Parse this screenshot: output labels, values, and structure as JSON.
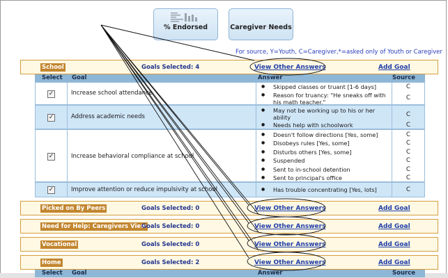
{
  "legend": "For source, Y=Youth, C=Caregiver,*=asked only of Youth or Caregiver",
  "top_buttons": {
    "endorsed": "% Endorsed",
    "caregiver": "Caregiver Needs"
  },
  "domains": [
    {
      "name": "School",
      "goals": "Goals Selected: 4",
      "voa": "View Other Answers",
      "add": "Add Goal"
    },
    {
      "name": "Picked on By Peers",
      "goals": "Goals Selected: 0",
      "voa": "View Other Answers",
      "add": "Add Goal"
    },
    {
      "name": "Need for Help: Caregivers View",
      "goals": "Goals Selected: 0",
      "voa": "View Other Answers",
      "add": "Add Goal"
    },
    {
      "name": "Vocational",
      "goals": "Goals Selected: 0",
      "voa": "View Other Answers",
      "add": "Add Goal"
    },
    {
      "name": "Home",
      "goals": "Goals Selected: 2",
      "voa": "View Other Answers",
      "add": "Add Goal"
    }
  ],
  "collapse_symbol": "—",
  "table_headers": {
    "select": "Select",
    "goal": "Goal",
    "answer": "Answer",
    "source": "Source"
  },
  "checkbox": "✓",
  "rows": [
    {
      "goal": "Increase school attendance",
      "answers": [
        {
          "text": "Skipped classes or truant [1-6 days]",
          "src": "C"
        },
        {
          "text": "Reason for truancy: \"He sneaks off with his math teacher.\"",
          "src": "C"
        }
      ]
    },
    {
      "goal": "Address academic needs",
      "answers": [
        {
          "text": "May not be working up to his or her ability",
          "src": "C"
        },
        {
          "text": "Needs help with schoolwork",
          "src": "C"
        }
      ]
    },
    {
      "goal": "Increase behavioral compliance at school",
      "answers": [
        {
          "text": "Doesn't follow directions [Yes, some]",
          "src": "C"
        },
        {
          "text": "Disobeys rules [Yes, some]",
          "src": "C"
        },
        {
          "text": "Disturbs others [Yes, some]",
          "src": "C"
        },
        {
          "text": "Suspended",
          "src": "C"
        },
        {
          "text": "Sent to in-school detention",
          "src": "C"
        },
        {
          "text": "Sent to principal's office",
          "src": "C"
        }
      ]
    },
    {
      "goal": "Improve attention or reduce impulsivity at school",
      "answers": [
        {
          "text": "Has trouble concentrating [Yes, lots]",
          "src": "C"
        }
      ]
    }
  ]
}
